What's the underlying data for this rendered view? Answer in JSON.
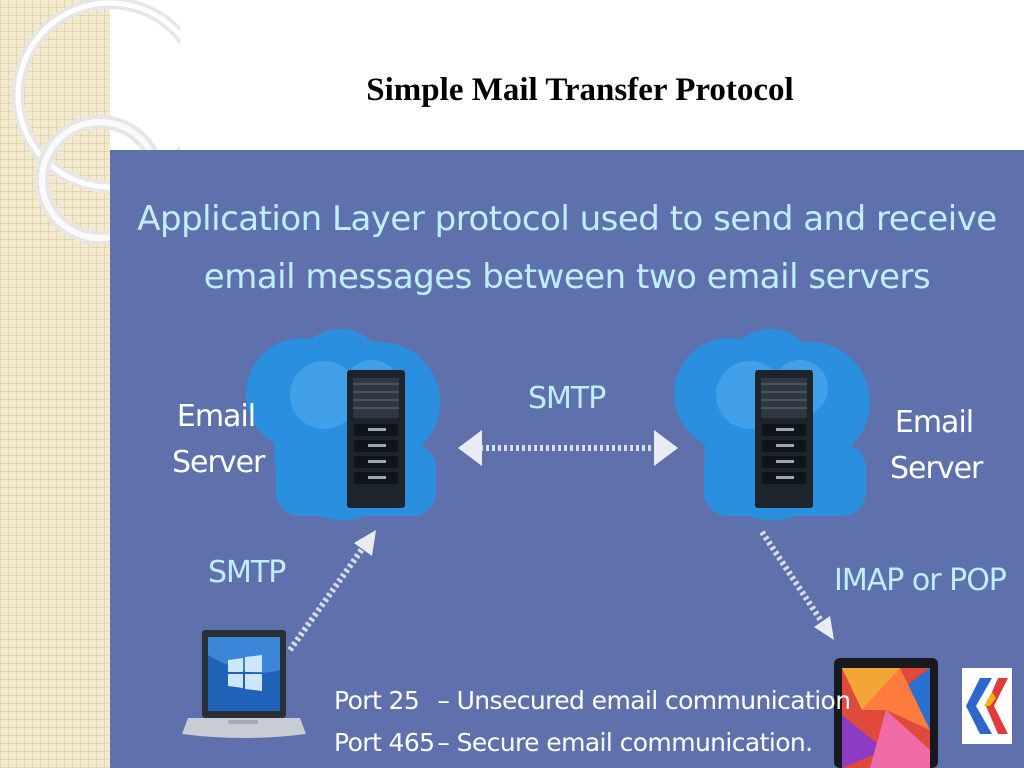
{
  "title": "Simple Mail Transfer Protocol",
  "diagram": {
    "headline": "Application Layer protocol used to send and receive email messages between two email servers",
    "left_server_label_line1": "Email",
    "left_server_label_line2": "Server",
    "right_server_label_line1": "Email",
    "right_server_label_line2": "Server",
    "server_link_label": "SMTP",
    "client_link_label": "SMTP",
    "retrieval_link_label": "IMAP or POP",
    "ports": [
      {
        "port": "Port 25",
        "desc": "– Unsecured email communication"
      },
      {
        "port": "Port 465",
        "desc": "–  Secure email communication."
      }
    ],
    "icons": [
      "cloud-icon",
      "server-tower-icon",
      "laptop-icon",
      "tablet-icon",
      "double-arrow-icon",
      "arrow-icon",
      "logo"
    ],
    "colors": {
      "background": "#5f71ad",
      "headline_text": "#bfeeff",
      "cloud": "#2b8fe0",
      "connector": "#d9dde6",
      "label_text": "#ffffff"
    }
  }
}
